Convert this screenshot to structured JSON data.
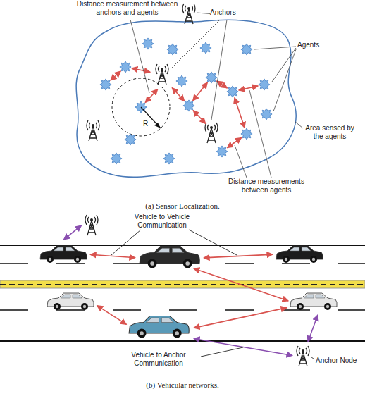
{
  "diagram": {
    "labels": [
      "Distance measurement between anchors and agents",
      "Anchors",
      "Agents",
      "R",
      "Area sensed by the agents",
      "Distance measurements between agents",
      "(a) Sensor Localization.",
      "Vehicle to Vehicle Communication",
      "Vehicle to Anchor Communication",
      "Anchor Node",
      "(b) Vehicular networks."
    ]
  }
}
